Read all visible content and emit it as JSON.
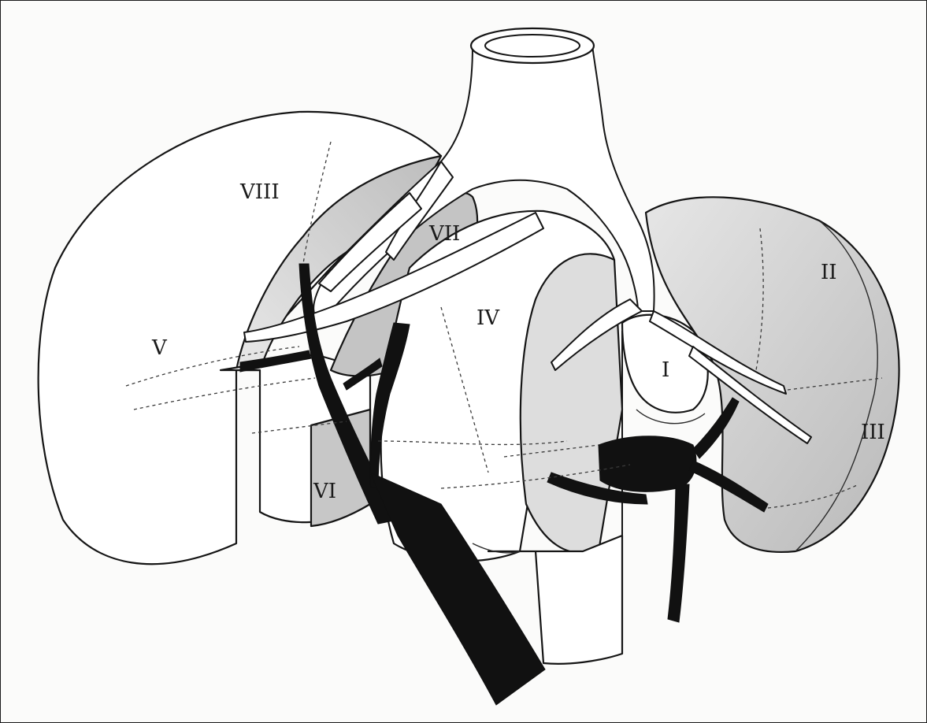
{
  "segments": [
    {
      "id": "VIII",
      "label": "VIII"
    },
    {
      "id": "VII",
      "label": "VII"
    },
    {
      "id": "V",
      "label": "V"
    },
    {
      "id": "VI",
      "label": "VI"
    },
    {
      "id": "IV",
      "label": "IV"
    },
    {
      "id": "I",
      "label": "I"
    },
    {
      "id": "II",
      "label": "II"
    },
    {
      "id": "III",
      "label": "III"
    }
  ],
  "colors": {
    "outline": "#151515",
    "shaded_lobe": "#cfcfcf",
    "light_lobe": "#e2e2e2",
    "vessel": "#111111",
    "duct": "#ffffff"
  }
}
